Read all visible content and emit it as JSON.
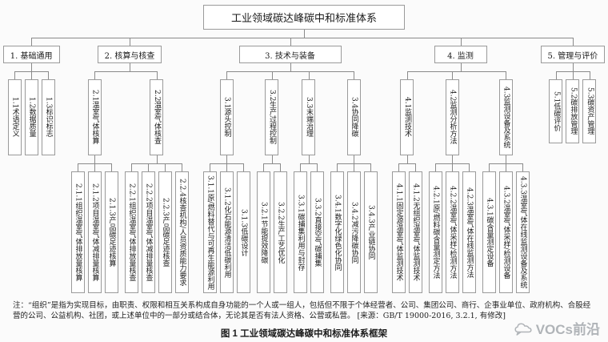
{
  "tree": {
    "root": {
      "label": "工业领域碳达峰碳中和标准体系"
    },
    "branches": [
      {
        "label": "1. 基础通用",
        "children": [
          {
            "label": "1.1术语定义"
          },
          {
            "label": "1.2数据质量"
          },
          {
            "label": "1.3标识标志"
          }
        ]
      },
      {
        "label": "2. 核算与核查",
        "children": [
          {
            "label": "2.1温室气体核算",
            "children": [
              {
                "label": "2.1.1组织温室气体排放量核算"
              },
              {
                "label": "2.1.2项目温室气体减排量核算"
              },
              {
                "label": "2.1.3产品碳足迹核算"
              }
            ]
          },
          {
            "label": "2.2温室气体核查",
            "children": [
              {
                "label": "2.2.1组织温室气体排放量核查"
              },
              {
                "label": "2.2.2项目温室气体减排量核查"
              },
              {
                "label": "2.2.3产品碳足迹核查"
              },
              {
                "label": "2.2.4核查机构/人员资质能力要求"
              }
            ]
          }
        ]
      },
      {
        "label": "3. 技术与装备",
        "children": [
          {
            "label": "3.1源头控制",
            "children": [
              {
                "label": "3.1.1原/燃料替代与可再生能源利用"
              },
              {
                "label": "3.1.2化石能源清洁低碳利用"
              },
              {
                "label": "3.1.3低碳设计"
              }
            ]
          },
          {
            "label": "3.2生产过程控制",
            "children": [
              {
                "label": "3.2.1节能提效降碳"
              },
              {
                "label": "3.2.2生产工艺优化"
              }
            ]
          },
          {
            "label": "3.3末端治理",
            "children": [
              {
                "label": "3.3.1碳捕集利用与封存"
              },
              {
                "label": "3.3.2直接空气碳捕集"
              }
            ]
          },
          {
            "label": "3.4协同降碳",
            "children": [
              {
                "label": "3.4.1数字化绿色化协同"
              },
              {
                "label": "3.4.2减污降碳协同"
              },
              {
                "label": "3.4.3产业链协同"
              }
            ]
          }
        ]
      },
      {
        "label": "4. 监测",
        "children": [
          {
            "label": "4.1监测技术",
            "children": [
              {
                "label": "4.1.1固定源温室气体监测技术"
              },
              {
                "label": "4.1.2无组织温室气体监测技术"
              }
            ]
          },
          {
            "label": "4.2监测分析方法",
            "children": [
              {
                "label": "4.2.1原/燃料碳含量测定方法"
              },
              {
                "label": "4.2.2温室气体采样/检测方法"
              },
              {
                "label": "4.2.3温室气体在线监测方法"
              }
            ]
          },
          {
            "label": "4.3监测设备及系统",
            "children": [
              {
                "label": "4.3.1碳含量测定设备"
              },
              {
                "label": "4.3.2温室气体采样/检测设备"
              },
              {
                "label": "4.3.3温室气体在线监测设备及系统"
              }
            ]
          }
        ]
      },
      {
        "label": "5. 管理与评价",
        "children": [
          {
            "label": "5.1低碳评价"
          },
          {
            "label": "5.2碳排放管理"
          },
          {
            "label": "5.3碳资产管理"
          }
        ]
      }
    ]
  },
  "page": {
    "note": "注：“组织”是指为实现目标，由职责、权限和相互关系构成自身功能的一个人或一组人，包括但不限于个体经营者、公司、集团公司、商行、企事业单位、政府机构、合股经营的公司、公益机构、社团，或上述单位中的一部分或结合体，无论其是否有法人资格、公营或私营。 [来源：GB/T 19000-2016, 3.2.1, 有修改]",
    "caption": "图 1  工业领域碳达峰碳中和标准体系框架",
    "watermark": "VOCs前沿",
    "colors": {
      "line": "#8a8a8a",
      "border": "#9a9a9a",
      "watermark": "#b0b4b8"
    }
  }
}
